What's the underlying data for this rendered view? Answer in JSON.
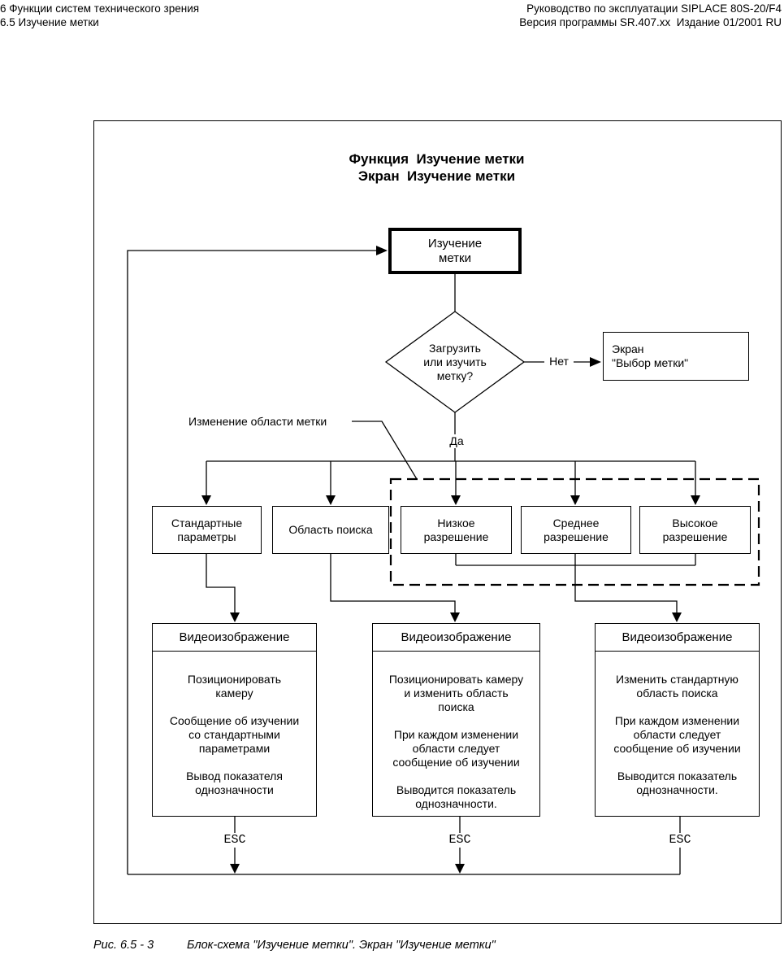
{
  "page_header": {
    "left": [
      "6 Функции систем технического зрения",
      "6.5 Изучение метки"
    ],
    "right": [
      "Руководство по эксплуатации SIPLACE 80S-20/F4",
      "Версия программы SR.407.xx  Издание 01/2001 RU"
    ]
  },
  "diagram": {
    "title": [
      "Функция  Изучение метки",
      "Экран  Изучение метки"
    ],
    "start_box": [
      "Изучение",
      "метки"
    ],
    "decision": [
      "Загрузить",
      "или изучить",
      "метку?"
    ],
    "screen_box": [
      "Экран",
      "\"Выбор метки\""
    ],
    "labels": {
      "no": "Нет",
      "yes": "Да",
      "region_change": "Изменение области метки",
      "esc": "ESC"
    },
    "mid_boxes": [
      [
        "Стандартные",
        "параметры"
      ],
      [
        "Область поиска"
      ],
      [
        "Низкое",
        "разрешение"
      ],
      [
        "Среднее",
        "разрешение"
      ],
      [
        "Высокое",
        "разрешение"
      ]
    ],
    "video_boxes": [
      {
        "header": "Видеоизображение",
        "paragraphs": [
          [
            "Позиционировать",
            "камеру"
          ],
          [
            "Сообщение об изучении",
            "со стандартными",
            "параметрами"
          ],
          [
            "Вывод показателя",
            "однозначности"
          ]
        ]
      },
      {
        "header": "Видеоизображение",
        "paragraphs": [
          [
            "Позиционировать камеру",
            "и изменить область",
            "поиска"
          ],
          [
            "При каждом изменении",
            "области следует",
            "сообщение об изучении"
          ],
          [
            "Выводится показатель",
            "однозначности."
          ]
        ]
      },
      {
        "header": "Видеоизображение",
        "paragraphs": [
          [
            "Изменить стандартную",
            "область поиска"
          ],
          [
            "При каждом изменении",
            "области следует",
            "сообщение об изучении"
          ],
          [
            "Выводится показатель",
            "однозначности."
          ]
        ]
      }
    ]
  },
  "caption": {
    "figure": "Рис. 6.5 - 3",
    "text": "Блок-схема \"Изучение метки\". Экран \"Изучение метки\""
  },
  "colors": {
    "ink": "#000000",
    "paper": "#ffffff"
  }
}
